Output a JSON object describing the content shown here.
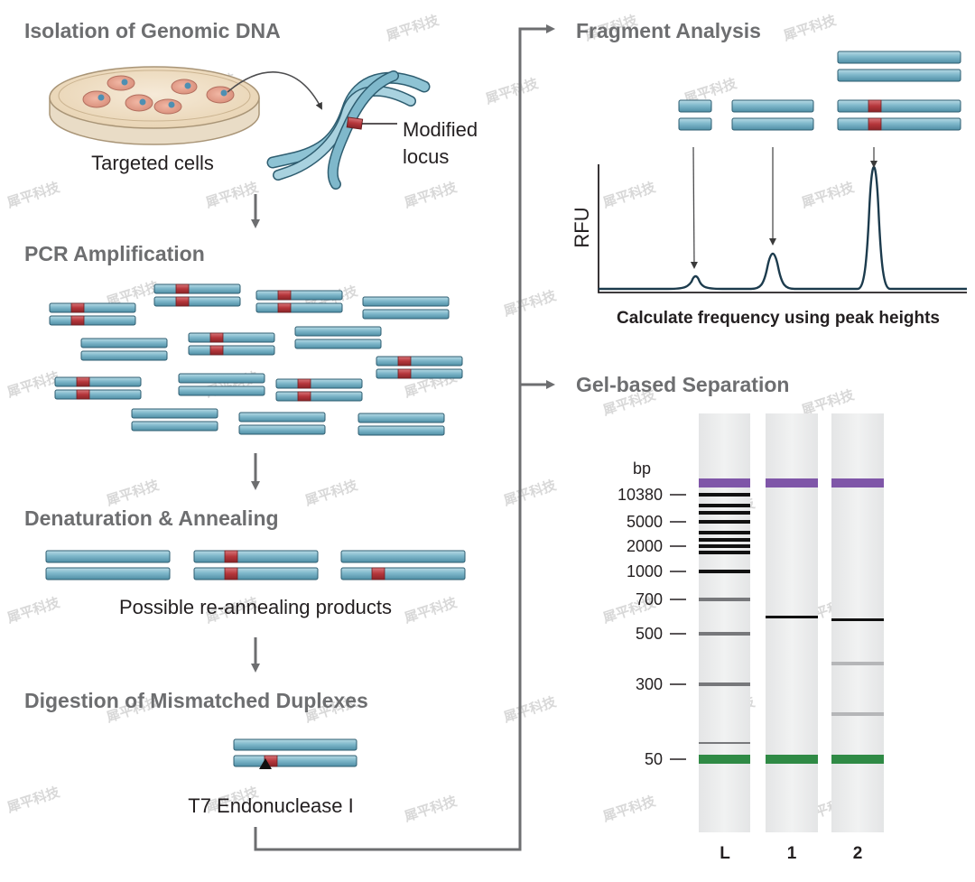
{
  "sections": {
    "isolation": {
      "heading": "Isolation of Genomic DNA",
      "cells_label": "Targeted cells",
      "locus_label_line1": "Modified",
      "locus_label_line2": "locus"
    },
    "pcr": {
      "heading": "PCR Amplification"
    },
    "denaturation": {
      "heading": "Denaturation & Annealing",
      "caption": "Possible re-annealing products"
    },
    "digestion": {
      "heading": "Digestion of Mismatched Duplexes",
      "enzyme_label": "T7 Endonuclease I"
    },
    "fragment": {
      "heading": "Fragment Analysis",
      "y_axis_label": "RFU",
      "caption": "Calculate frequency using peak heights"
    },
    "gel": {
      "heading": "Gel-based Separation",
      "bp_unit": "bp",
      "ladder_marks": [
        {
          "label": "10380",
          "bp": 10380
        },
        {
          "label": "5000",
          "bp": 5000
        },
        {
          "label": "2000",
          "bp": 2000
        },
        {
          "label": "1000",
          "bp": 1000
        },
        {
          "label": "700",
          "bp": 700
        },
        {
          "label": "500",
          "bp": 500
        },
        {
          "label": "300",
          "bp": 300
        },
        {
          "label": "50",
          "bp": 50
        }
      ],
      "lanes": [
        "L",
        "1",
        "2"
      ]
    }
  },
  "watermark": "犀平科技",
  "colors": {
    "heading": "#6d6e70",
    "dna_fill": "#7fb8cb",
    "dna_stroke": "#2e5d70",
    "mismatch": "#b5363b",
    "upper_marker": "#7f56a8",
    "lower_marker": "#2f8a45",
    "arrow": "#6d6e70"
  }
}
